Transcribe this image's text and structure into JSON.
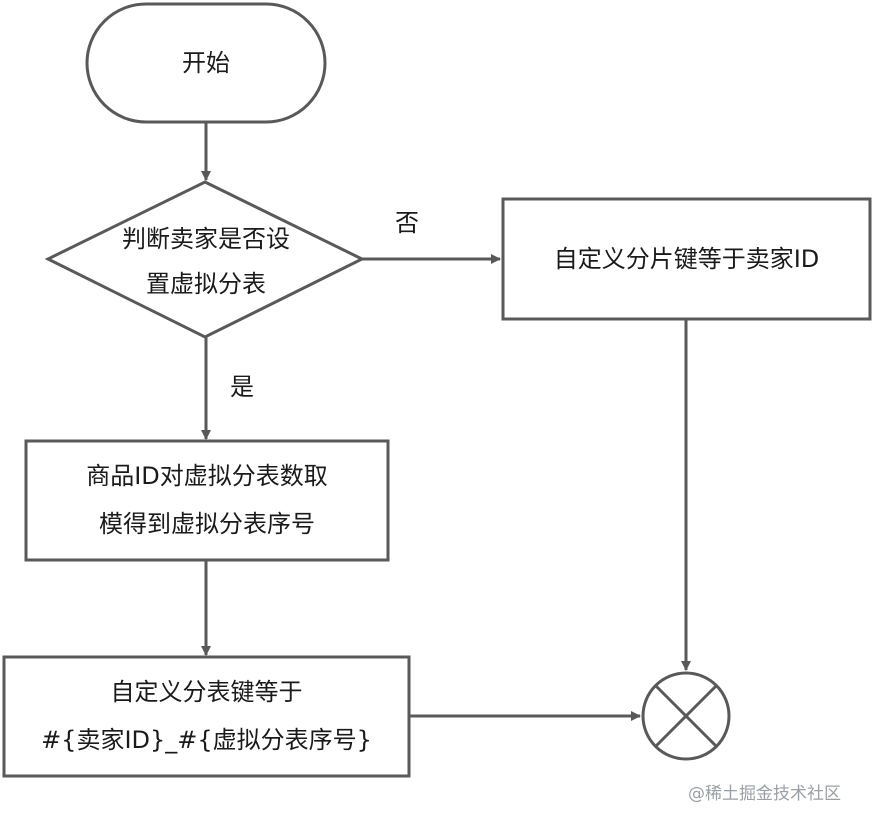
{
  "nodes": {
    "start": {
      "label": "开始"
    },
    "decision": {
      "line1": "判断卖家是否设",
      "line2": "置虚拟分表"
    },
    "seller_shard": {
      "label": "自定义分片键等于卖家ID"
    },
    "modulo": {
      "line1": "商品ID对虚拟分表数取",
      "line2": "模得到虚拟分表序号"
    },
    "shard_key": {
      "line1": "自定义分表键等于",
      "line2": "#{卖家ID}_#{虚拟分表序号}"
    }
  },
  "edges": {
    "no_label": "否",
    "yes_label": "是"
  },
  "watermark": "@稀土掘金技术社区",
  "colors": {
    "stroke": "#595959",
    "text": "#1a1a1a",
    "watermark": "#9aa0a6"
  }
}
